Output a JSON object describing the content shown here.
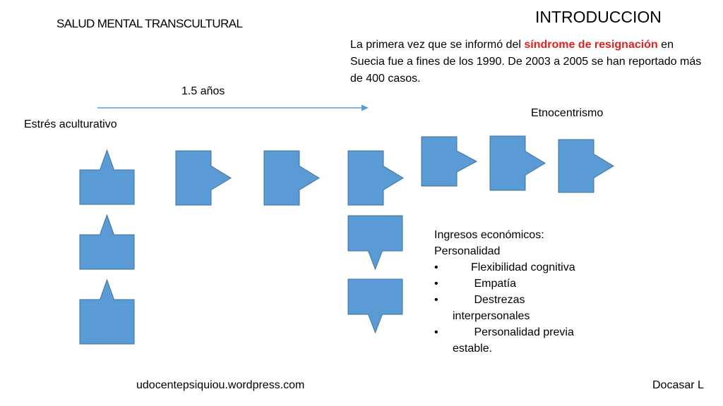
{
  "header": {
    "course_title": "SALUD MENTAL TRANSCULTURAL",
    "section_title": "INTRODUCCION"
  },
  "intro": {
    "before": "La primera vez que se informó del ",
    "highlight": "síndrome de resignación",
    "after": " en Suecia fue a fines de los 1990. De 2003 a 2005 se han reportado más de 400 casos."
  },
  "timeline": {
    "duration_label": "1.5  años"
  },
  "labels": {
    "stress": "Estrés aculturativo",
    "ethnocentrism": "Etnocentrismo"
  },
  "factors": {
    "line1": "Ingresos económicos:",
    "line2": "Personalidad",
    "bullet": "•",
    "items": [
      {
        "text": "Flexibilidad cognitiva",
        "cont": ""
      },
      {
        "text": " Empatía",
        "cont": ""
      },
      {
        "text": " Destrezas",
        "cont": "interpersonales"
      },
      {
        "text": " Personalidad previa",
        "cont": "estable."
      }
    ]
  },
  "footer": {
    "url": "udocentepsiquiou.wordpress.com",
    "author": "Docasar L"
  },
  "colors": {
    "shape_fill": "#5b9bd5",
    "shape_stroke": "#41719c",
    "timeline_arrow": "#5b9bd5",
    "highlight": "#e02020"
  }
}
